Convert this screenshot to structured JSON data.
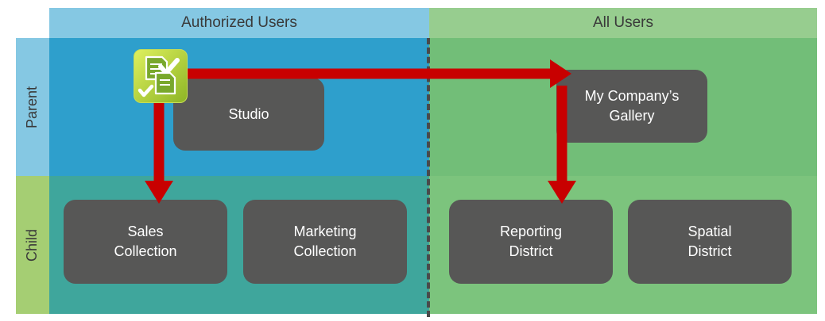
{
  "headers": {
    "authorized": "Authorized Users",
    "all": "All Users"
  },
  "rows": {
    "parent": "Parent",
    "child": "Child"
  },
  "nodes": {
    "studio": {
      "label": "Studio"
    },
    "gallery": {
      "line1": "My Company’s",
      "line2": "Gallery"
    },
    "sales": {
      "line1": "Sales",
      "line2": "Collection"
    },
    "marketing": {
      "line1": "Marketing",
      "line2": "Collection"
    },
    "reporting": {
      "line1": "Reporting",
      "line2": "District"
    },
    "spatial": {
      "line1": "Spatial",
      "line2": "District"
    }
  },
  "edges": [
    {
      "from": "studio",
      "to": "gallery",
      "direction": "right"
    },
    {
      "from": "studio",
      "to": "sales",
      "direction": "down"
    },
    {
      "from": "gallery",
      "to": "reporting",
      "direction": "down"
    }
  ],
  "icons": {
    "studio_icon": "checked-scripts-icon"
  },
  "colors": {
    "header_authorized": "#85C8E3",
    "header_all": "#97CD8F",
    "quadrant_parent_authorized": "#2E9FCC",
    "quadrant_child_authorized": "#3FA69C",
    "quadrant_parent_all": "#72BE78",
    "quadrant_child_all": "#7CC47D",
    "sidebar_parent": "#85C8E3",
    "sidebar_child": "#A5CE73",
    "node_fill": "#575756",
    "node_text": "#FFFFFF",
    "arrow": "#C80000",
    "divider": "#4A4A4A"
  }
}
